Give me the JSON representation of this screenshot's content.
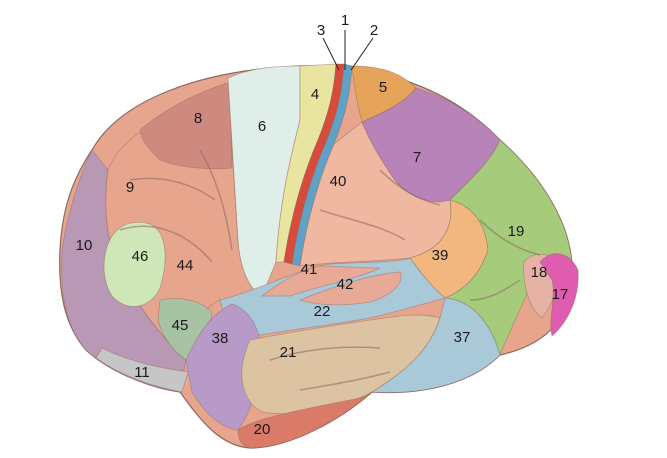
{
  "labels": [
    "1",
    "2",
    "3",
    "4",
    "5",
    "6",
    "7",
    "8",
    "9",
    "10",
    "11",
    "17",
    "18",
    "19",
    "20",
    "21",
    "22",
    "37",
    "38",
    "39",
    "40",
    "41",
    "42",
    "44",
    "45",
    "46"
  ],
  "colors": {
    "frontal": "#e8a58e",
    "prefrontal_violet": "#b898b4",
    "area8": "#cf8a80",
    "premotor": "#dfeee9",
    "motor4": "#e9e5a0",
    "somato_red": "#d84a3a",
    "somato_blue": "#5fa2c6",
    "parietal5": "#e6a35a",
    "parietal7": "#b783b8",
    "supramarginal": "#f0b7a1",
    "angular": "#f2b77f",
    "occipital": "#a6cc7b",
    "striate": "#e05cb1",
    "area18": "#e7b2a6",
    "area46": "#cfe6b8",
    "pars_tri": "#a8c2a4",
    "orbital": "#c6c6c6",
    "temporal_pole": "#b79ac8",
    "temporal_mid": "#dcc3a2",
    "temporal_inf": "#da7a68",
    "temporal_sup": "#a9c9d9",
    "area42": "#e8aa97",
    "outline": "#8a6a60"
  }
}
